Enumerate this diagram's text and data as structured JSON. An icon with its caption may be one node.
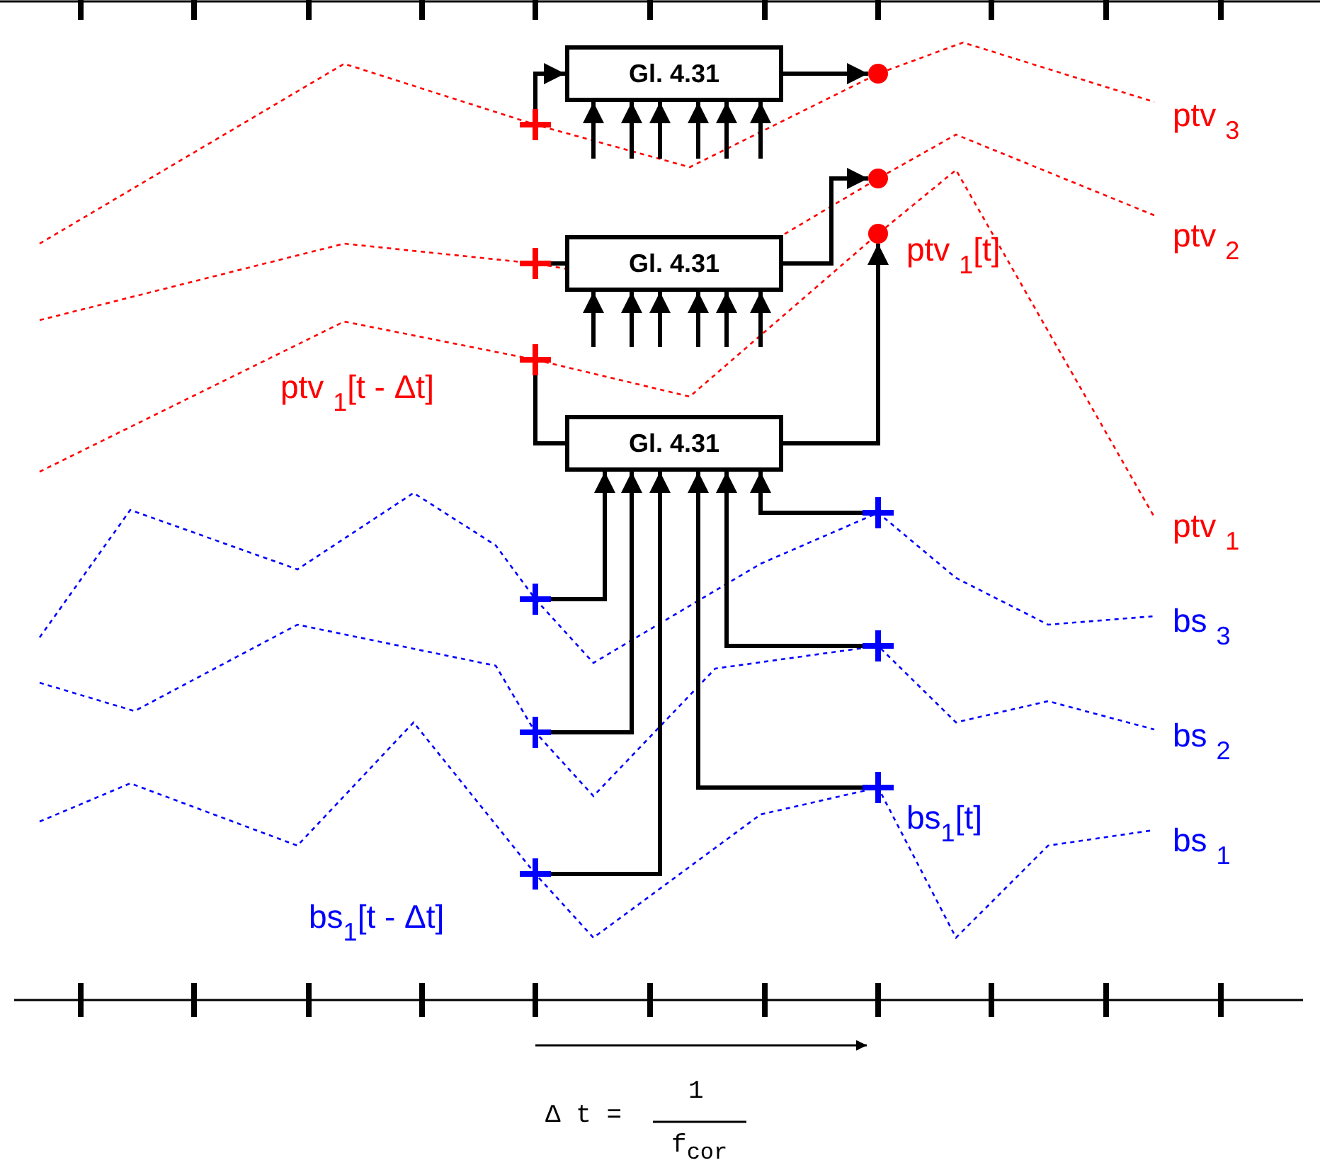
{
  "diagram": {
    "nodes": [
      {
        "text": [
          "Gl. 4.31"
        ]
      },
      {
        "text": [
          "Gl. 4.31"
        ]
      },
      {
        "text": [
          "Gl. 4.31"
        ]
      },
      {
        "text": [],
        "shape": "cross"
      },
      {
        "text": [],
        "shape": "cross"
      },
      {
        "text": [],
        "shape": "cross"
      },
      {
        "text": [],
        "shape": "circle"
      },
      {
        "text": [],
        "shape": "circle"
      },
      {
        "text": [],
        "shape": "circle"
      },
      {
        "text": [],
        "shape": "cross"
      },
      {
        "text": [],
        "shape": "cross"
      },
      {
        "text": [],
        "shape": "cross"
      },
      {
        "text": [],
        "shape": "cross"
      },
      {
        "text": [],
        "shape": "cross"
      },
      {
        "text": [],
        "shape": "cross"
      }
    ],
    "edges": [
      {
        "from": 3,
        "to": 0,
        "arrow": "to"
      },
      {
        "from": 0,
        "to": 6,
        "arrow": "to"
      },
      {
        "from": null,
        "to": 0,
        "arrow": "to"
      },
      {
        "from": null,
        "to": 0,
        "arrow": "to"
      },
      {
        "from": null,
        "to": 0,
        "arrow": "to"
      },
      {
        "from": null,
        "to": 0,
        "arrow": "to"
      },
      {
        "from": null,
        "to": 0,
        "arrow": "to"
      },
      {
        "from": null,
        "to": 0,
        "arrow": "to"
      },
      {
        "from": 4,
        "to": 1,
        "arrow": "none"
      },
      {
        "from": 1,
        "to": 7,
        "arrow": "to"
      },
      {
        "from": null,
        "to": 1,
        "arrow": "to"
      },
      {
        "from": null,
        "to": 1,
        "arrow": "to"
      },
      {
        "from": null,
        "to": 1,
        "arrow": "to"
      },
      {
        "from": null,
        "to": 1,
        "arrow": "to"
      },
      {
        "from": null,
        "to": 1,
        "arrow": "to"
      },
      {
        "from": null,
        "to": 1,
        "arrow": "to"
      },
      {
        "from": 5,
        "to": 2,
        "arrow": "none"
      },
      {
        "from": 2,
        "to": 8,
        "arrow": "to"
      },
      {
        "from": 9,
        "to": 2,
        "arrow": "to"
      },
      {
        "from": 10,
        "to": 2,
        "arrow": "to"
      },
      {
        "from": 11,
        "to": 2,
        "arrow": "to"
      },
      {
        "from": 14,
        "to": 2,
        "arrow": "to"
      },
      {
        "from": 13,
        "to": 2,
        "arrow": "to"
      },
      {
        "from": 12,
        "to": 2,
        "arrow": "to"
      }
    ],
    "labels": [
      "ptv $_{3}$",
      "ptv $_{2}$",
      "ptv $_{1}$[t]",
      "ptv $_{1}$[t - Δt]",
      "ptv $_{1}$",
      "bs $_{3}$",
      "bs $_{2}$",
      "bs$_{1}$[t]",
      "bs $_{1}$",
      "bs$_{1}$[t - Δt]",
      "Δ t =",
      "1",
      "f$_{cor}$"
    ]
  }
}
